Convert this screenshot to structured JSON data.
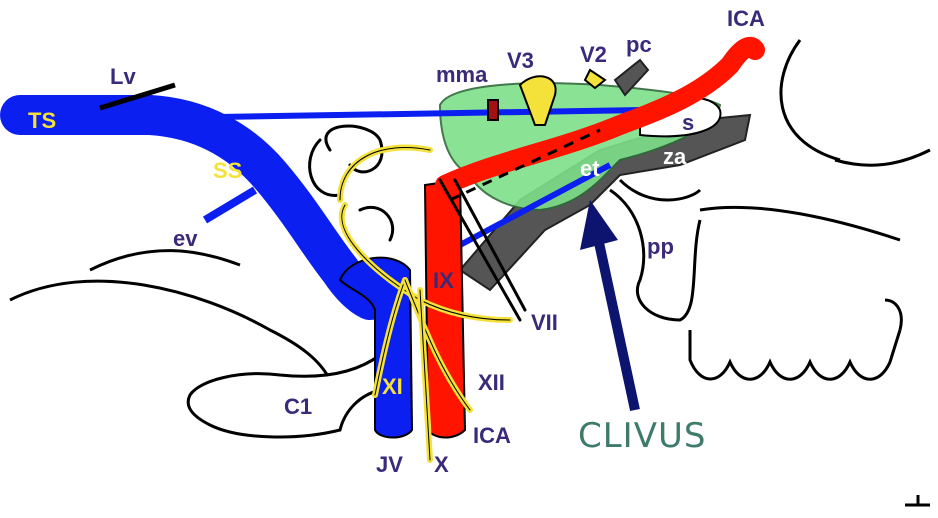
{
  "colors": {
    "label_purple": "#3a2a7a",
    "label_yellow": "#f4e23a",
    "label_white": "#ffffff",
    "clivus_green": "#3e7b6a",
    "vein_blue": "#0a1ff0",
    "artery_red": "#ff1400",
    "nerve_yellow": "#f4e23a",
    "sinus_green": "#7ee08a",
    "bone_gray": "#555555",
    "arrow_navy": "#0d1470",
    "outline_black": "#000000"
  },
  "labels": {
    "lv": "Lv",
    "ts": "TS",
    "ss": "SS",
    "ev": "ev",
    "mma": "mma",
    "v3": "V3",
    "v2": "V2",
    "pc": "pc",
    "ica_top": "ICA",
    "s": "s",
    "za": "za",
    "et": "et",
    "pp": "pp",
    "ix": "IX",
    "vii": "VII",
    "xi": "XI",
    "xii": "XII",
    "c1": "C1",
    "jv": "JV",
    "x": "X",
    "ica_bottom": "ICA",
    "clivus": "CLIVUS"
  }
}
